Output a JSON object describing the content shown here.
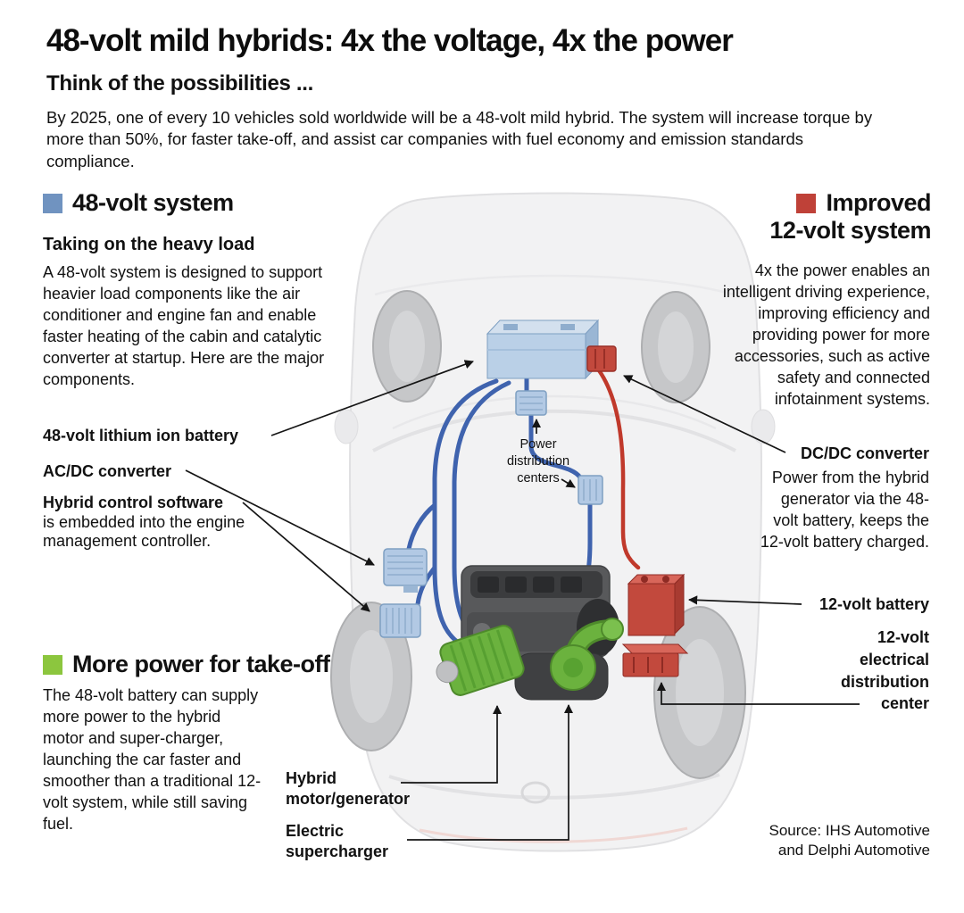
{
  "header": {
    "title": "48-volt mild hybrids: 4x the voltage, 4x the power",
    "subtitle": "Think of the possibilities ...",
    "intro": "By 2025, one of every 10 vehicles sold worldwide will be a 48-volt mild hybrid. The system will increase torque by more than 50%, for faster take-off, and assist car companies with fuel economy and emission standards compliance."
  },
  "colors": {
    "blue_accent": "#7093c0",
    "red_accent": "#bf4138",
    "green_accent": "#8cc63e",
    "wire_blue": "#3f63ae",
    "wire_red": "#c0392b"
  },
  "left_column": {
    "system48": {
      "title": "48-volt system",
      "subtitle": "Taking on the heavy load",
      "body": "A 48-volt system is designed to support heavier load components like the air conditioner and engine fan and enable faster heating of the cabin and catalytic converter at startup. Here are the major components."
    },
    "labels": {
      "battery": "48-volt lithium ion battery",
      "acdc_converter": "AC/DC converter",
      "hybrid_control_title": "Hybrid control software",
      "hybrid_control_body": "is embedded into the engine management controller."
    },
    "takeoff": {
      "title": "More power for take-off",
      "body": "The 48-volt battery can supply more power to the hybrid motor and super-charger, launching the car faster and smoother than a traditional 12-volt system, while still saving fuel."
    }
  },
  "center_labels": {
    "power_distribution": "Power distribution centers",
    "hybrid_motor": "Hybrid motor/generator",
    "supercharger": "Electric supercharger"
  },
  "right_column": {
    "improved12": {
      "title_line1": "Improved",
      "title_line2": "12-volt system",
      "body": "4x the power enables an intelligent driving experience, improving efficiency and providing power for more accessories, such as active safety and connected infotainment systems."
    },
    "dcdc": {
      "title": "DC/DC converter",
      "body": "Power from the hybrid generator via the 48-volt battery, keeps the 12-volt battery charged."
    },
    "battery12": "12-volt battery",
    "distribution12": "12-volt electrical distribution center",
    "source": "Source: IHS Automotive and Delphi Automotive"
  }
}
